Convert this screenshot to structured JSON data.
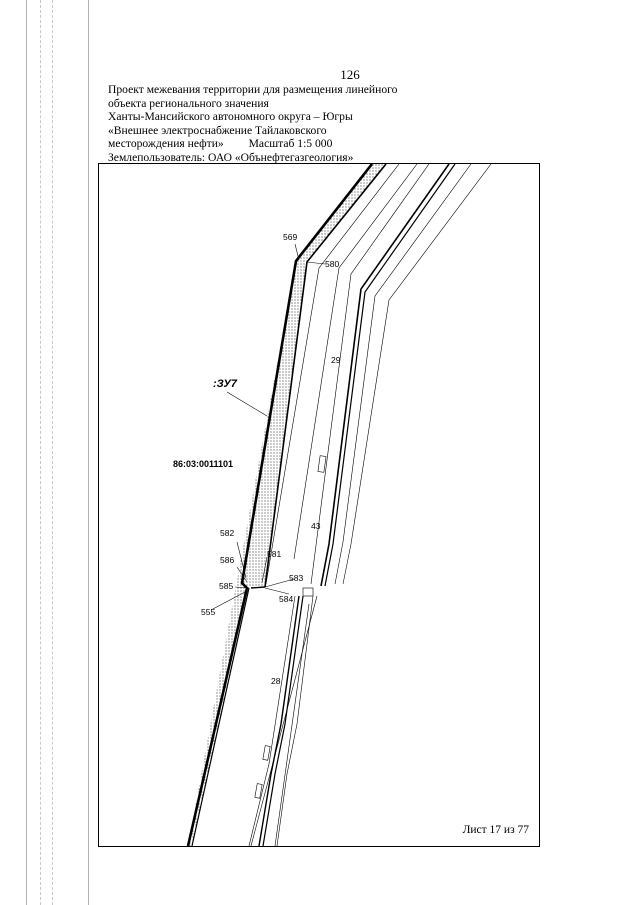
{
  "page_number": "126",
  "header": {
    "line1": "Проект межевания территории для размещения линейного",
    "line2": "объекта регионального значения",
    "line3": "Ханты-Мансийского автономного округа – Югры",
    "line4": "«Внешнее электроснабжение Тайлаковского",
    "line5_name": "месторождения нефти»",
    "line5_scale": "Масштаб 1:5 000",
    "line6": "Землепользователь: ОАО «Обънефтегазгеология»"
  },
  "map": {
    "zone_label": ":ЗУ7",
    "cadastral_number": "86:03:0011101",
    "points": {
      "p569": "569",
      "p580": "580",
      "p582": "582",
      "p586": "586",
      "p585": "585",
      "p555": "555",
      "p581": "581",
      "p583": "583",
      "p584": "584"
    },
    "lots": {
      "l29": "29",
      "l43": "43",
      "l28": "28"
    },
    "sheet": "Лист 17 из 77"
  }
}
